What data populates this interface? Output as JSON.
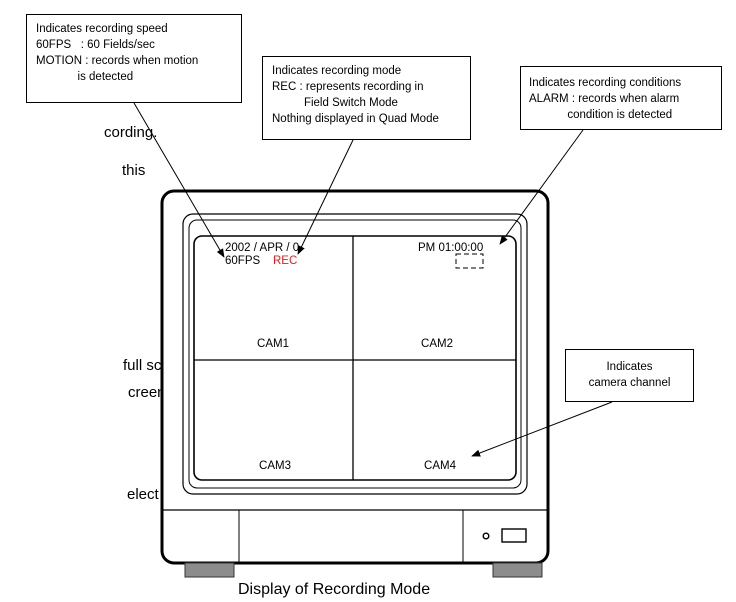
{
  "body_fragments": [
    "cording.",
    "this",
    "full screen",
    "creen is played",
    "elect"
  ],
  "callouts": {
    "speed": {
      "lines": [
        "Indicates recording speed",
        "60FPS   : 60 Fields/sec",
        "MOTION : records when motion",
        "             is detected"
      ]
    },
    "mode": {
      "lines": [
        "Indicates recording mode",
        "REC : represents recording in",
        "          Field Switch Mode",
        "Nothing displayed in Quad Mode"
      ]
    },
    "conditions": {
      "lines": [
        "Indicates recording conditions",
        "ALARM : records when alarm",
        "            condition is detected"
      ]
    },
    "channel": {
      "lines": [
        "Indicates",
        "camera channel"
      ]
    }
  },
  "screen": {
    "date": "2002 / APR / 0",
    "speed": "60FPS",
    "mode": "REC",
    "mode_color": "#e02020",
    "time": "PM 01:00:00",
    "cameras": [
      "CAM1",
      "CAM2",
      "CAM3",
      "CAM4"
    ]
  },
  "caption": "Display of Recording Mode"
}
